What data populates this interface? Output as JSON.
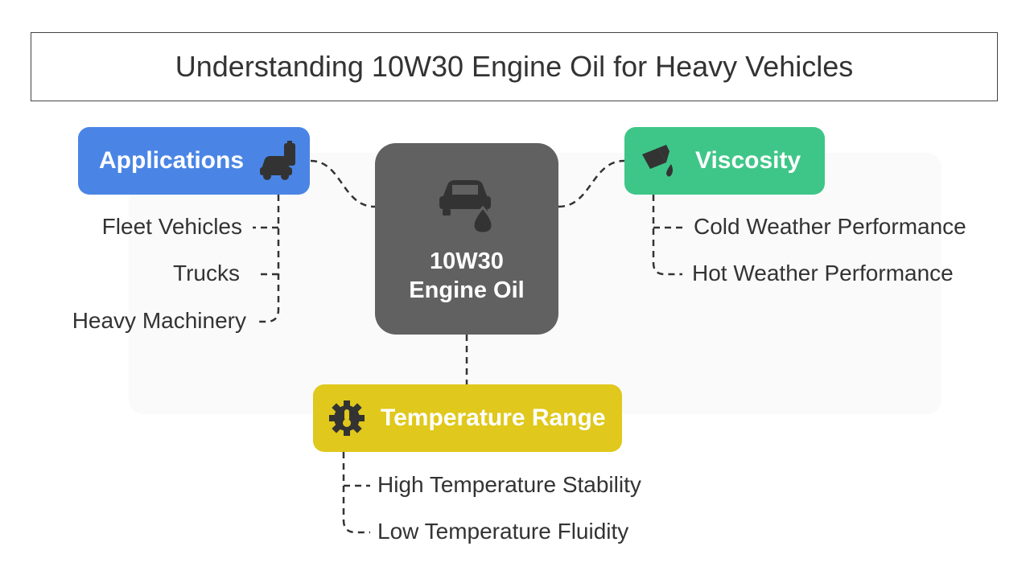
{
  "title": "Understanding 10W30 Engine Oil for Heavy Vehicles",
  "center": {
    "line1": "10W30",
    "line2": "Engine Oil",
    "icon": "car-oil-drop-icon"
  },
  "applications": {
    "label": "Applications",
    "icon": "car-fuel-icon",
    "color": "#4a85e6",
    "items": [
      "Fleet Vehicles",
      "Trucks",
      "Heavy Machinery"
    ]
  },
  "viscosity": {
    "label": "Viscosity",
    "icon": "oil-can-pour-icon",
    "color": "#3ec688",
    "items": [
      "Cold Weather Performance",
      "Hot Weather Performance"
    ]
  },
  "temperature": {
    "label": "Temperature Range",
    "icon": "gear-thermometer-icon",
    "color": "#e0c81c",
    "items": [
      "High Temperature Stability",
      "Low Temperature Fluidity"
    ]
  }
}
